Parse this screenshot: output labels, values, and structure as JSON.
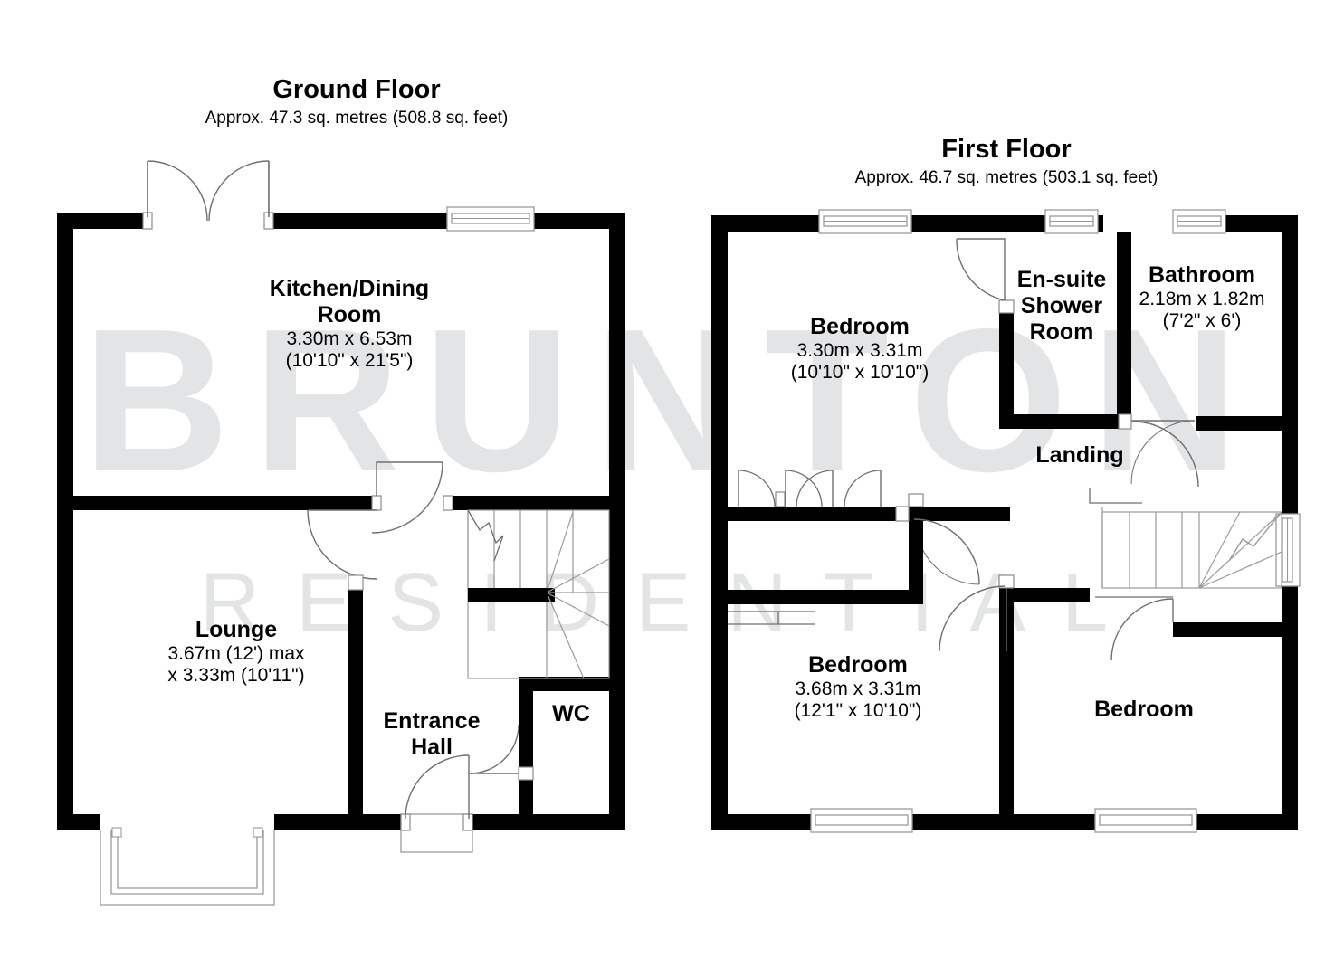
{
  "document": {
    "type": "floor-plan",
    "watermark_main": "BRUNTON",
    "watermark_sub": "RESIDENTIAL"
  },
  "floors": {
    "ground": {
      "title": "Ground Floor",
      "area": "Approx. 47.3 sq. metres (508.8 sq. feet)",
      "rooms": {
        "kitchen": {
          "name_line1": "Kitchen/Dining",
          "name_line2": "Room",
          "dim_metric": "3.30m x 6.53m",
          "dim_imperial": "(10'10\" x 21'5\")"
        },
        "lounge": {
          "name": "Lounge",
          "dim_metric": "3.67m (12') max",
          "dim_imperial": "x 3.33m (10'11\")"
        },
        "entrance_hall": {
          "name_line1": "Entrance",
          "name_line2": "Hall"
        },
        "wc": {
          "name": "WC"
        }
      }
    },
    "first": {
      "title": "First Floor",
      "area": "Approx. 46.7 sq. metres (503.1 sq. feet)",
      "rooms": {
        "bedroom1": {
          "name": "Bedroom",
          "dim_metric": "3.30m x 3.31m",
          "dim_imperial": "(10'10\" x 10'10\")"
        },
        "ensuite": {
          "name_line1": "En-suite",
          "name_line2": "Shower",
          "name_line3": "Room"
        },
        "bathroom": {
          "name": "Bathroom",
          "dim_metric": "2.18m x 1.82m",
          "dim_imperial": "(7'2\" x 6')"
        },
        "landing": {
          "name": "Landing"
        },
        "bedroom2": {
          "name": "Bedroom",
          "dim_metric": "3.68m x 3.31m",
          "dim_imperial": "(12'1\" x 10'10\")"
        },
        "bedroom3": {
          "name": "Bedroom"
        }
      }
    }
  },
  "colors": {
    "wall": "#000000",
    "background": "#ffffff",
    "watermark": "#e3e4e6",
    "door_swing": "#6e6e6e",
    "window_frame": "#9a9a9a"
  }
}
